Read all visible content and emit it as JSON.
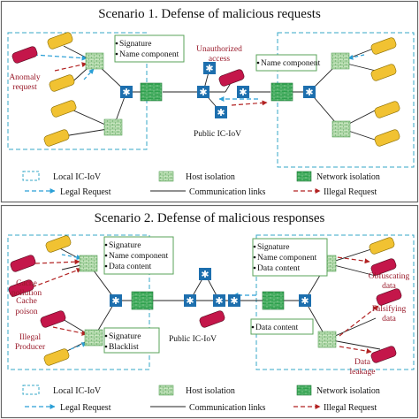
{
  "colors": {
    "local_border": "#34a7c7",
    "host_isolation": "#b9deb1",
    "host_isolation_line": "#5aa35a",
    "network_isolation": "#2ea04d",
    "legal_request": "#2a9fd6",
    "illegal_request": "#b22222",
    "label_red": "#9a1b2b",
    "car_red": "#c4164a",
    "car_yellow": "#f1c232",
    "router": "#1d6fae"
  },
  "scenario1": {
    "title": "Scenario 1. Defense of malicious requests",
    "callout_left": [
      "Signature",
      "Name component"
    ],
    "callout_right": [
      "Name component"
    ],
    "unauthorized": [
      "Unauthorized",
      "access"
    ],
    "anomaly": [
      "Anomaly",
      "request"
    ],
    "public": "Public IC-IoV",
    "legend": {
      "local": "Local IC-IoV",
      "host": "Host isolation",
      "network": "Network isolation",
      "legal": "Legal Request",
      "comm": "Communication links",
      "illegal": "Illegal Request"
    }
  },
  "scenario2": {
    "title": "Scenario 2. Defense of malicious responses",
    "callout_left": [
      "Signature",
      "Name component",
      "Data content"
    ],
    "callout_blacklist": [
      "Signature",
      "Blacklist"
    ],
    "callout_right": [
      "Signature",
      "Name component",
      "Data content"
    ],
    "callout_data": [
      "Data content"
    ],
    "cache_pollution": [
      "Cache",
      "pollution"
    ],
    "cache_poison": [
      "Cache",
      "poison"
    ],
    "illegal_producer": [
      "Illegal",
      "Producer"
    ],
    "obfuscating": [
      "Obfuscating",
      "data"
    ],
    "falsifying": [
      "Falsifying",
      "data"
    ],
    "leakage": [
      "Data",
      "leakage"
    ],
    "public": "Public IC-IoV",
    "legend": {
      "local": "Local IC-IoV",
      "host": "Host isolation",
      "network": "Network isolation",
      "legal": "Legal Request",
      "comm": "Communication links",
      "illegal": "Illegal Request"
    }
  }
}
